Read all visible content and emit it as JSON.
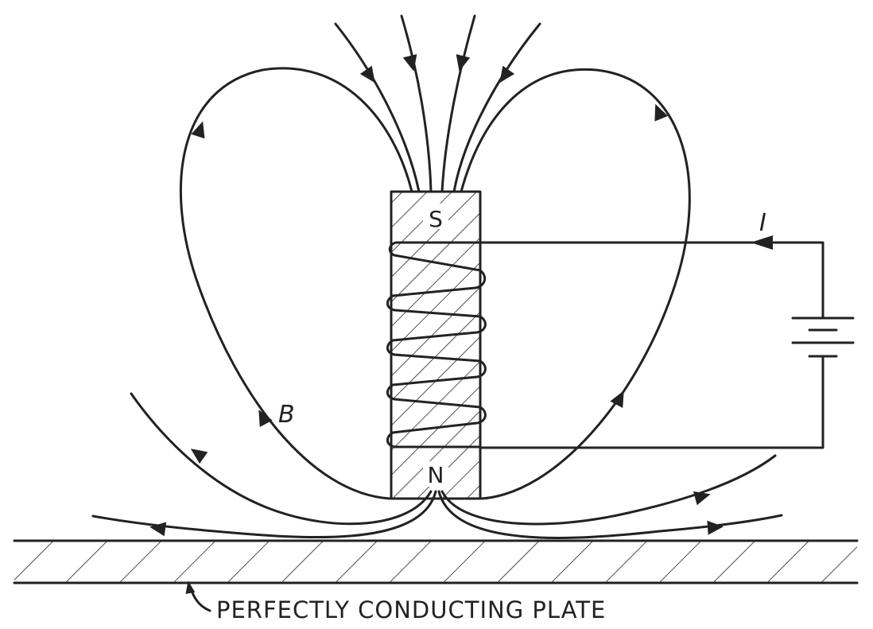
{
  "labels": {
    "south_pole": "S",
    "north_pole": "N",
    "field": "B",
    "current": "I",
    "plate": "PERFECTLY CONDUCTING PLATE"
  },
  "colors": {
    "ink": "#222222",
    "background": "#ffffff"
  }
}
